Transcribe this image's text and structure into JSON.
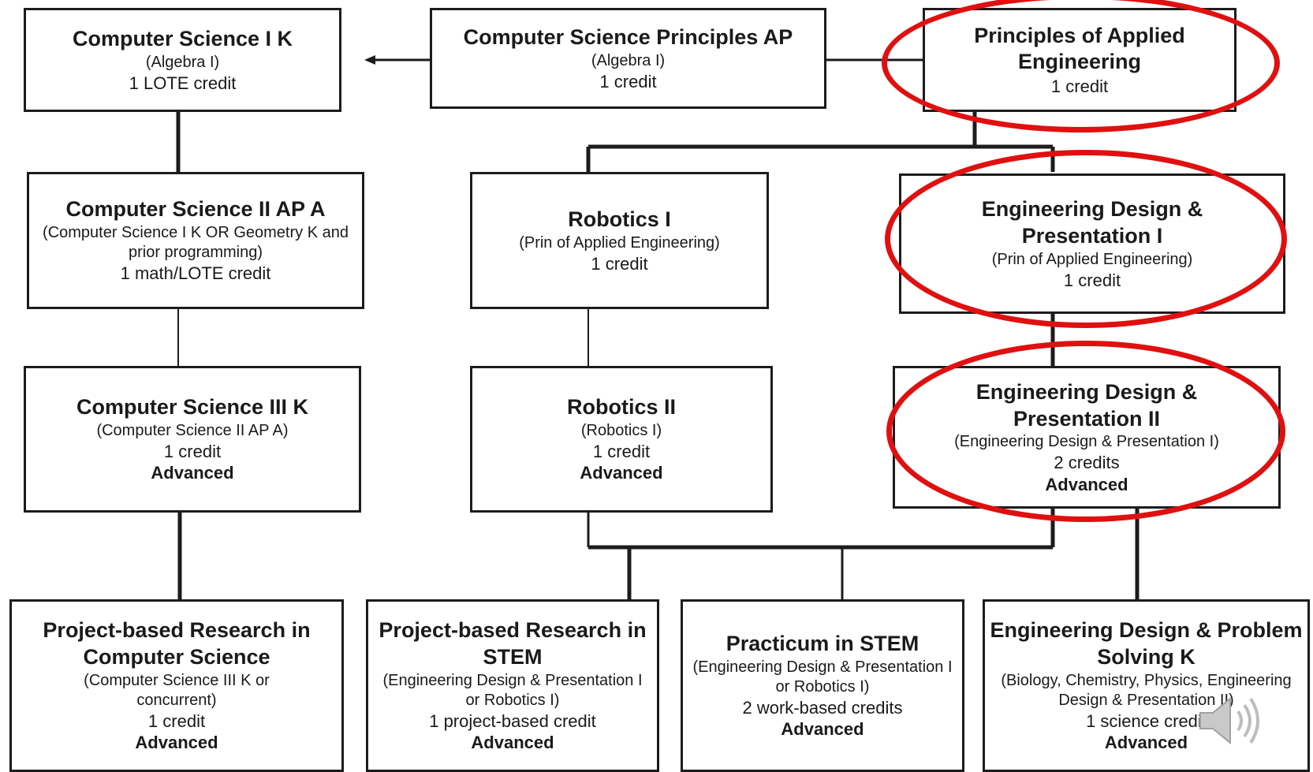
{
  "boxes": {
    "cs1k": {
      "title": "Computer Science I K",
      "prereq": "(Algebra I)",
      "credit": "1 LOTE credit",
      "level": ""
    },
    "csp": {
      "title": "Computer Science Principles AP",
      "prereq": "(Algebra I)",
      "credit": "1 credit",
      "level": ""
    },
    "pae": {
      "title": "Principles of Applied Engineering",
      "prereq": "",
      "credit": "1 credit",
      "level": ""
    },
    "cs2": {
      "title": "Computer Science II AP A",
      "prereq": "(Computer Science I K OR Geometry K and prior programming)",
      "credit": "1 math/LOTE credit",
      "level": ""
    },
    "rob1": {
      "title": "Robotics I",
      "prereq": "(Prin of Applied Engineering)",
      "credit": "1 credit",
      "level": ""
    },
    "edp1": {
      "title": "Engineering Design & Presentation I",
      "prereq": "(Prin of Applied Engineering)",
      "credit": "1 credit",
      "level": ""
    },
    "cs3": {
      "title": "Computer Science III K",
      "prereq": "(Computer Science II AP A)",
      "credit": "1 credit",
      "level": "Advanced"
    },
    "rob2": {
      "title": "Robotics II",
      "prereq": "(Robotics I)",
      "credit": "1 credit",
      "level": "Advanced"
    },
    "edp2": {
      "title": "Engineering Design & Presentation II",
      "prereq": "(Engineering Design & Presentation I)",
      "credit": "2 credits",
      "level": "Advanced"
    },
    "pbrcs": {
      "title": "Project-based Research in Computer Science",
      "prereq": "(Computer Science III K or concurrent)",
      "credit": "1 credit",
      "level": "Advanced"
    },
    "pbrstem": {
      "title": "Project-based Research in STEM",
      "prereq": "(Engineering Design & Presentation I or Robotics I)",
      "credit": "1 project-based credit",
      "level": "Advanced"
    },
    "prac": {
      "title": "Practicum in STEM",
      "prereq": "(Engineering Design & Presentation I or Robotics I)",
      "credit": "2 work-based credits",
      "level": "Advanced"
    },
    "edps": {
      "title": "Engineering Design & Problem Solving K",
      "prereq": "(Biology, Chemistry, Physics, Engineering Design & Presentation II)",
      "credit": "1 science credit",
      "level": "Advanced"
    }
  },
  "colors": {
    "box_border": "#1c1c1c",
    "highlight": "#e01010",
    "speaker": "#bfbfbf"
  },
  "icons": {
    "speaker": "speaker-icon"
  }
}
